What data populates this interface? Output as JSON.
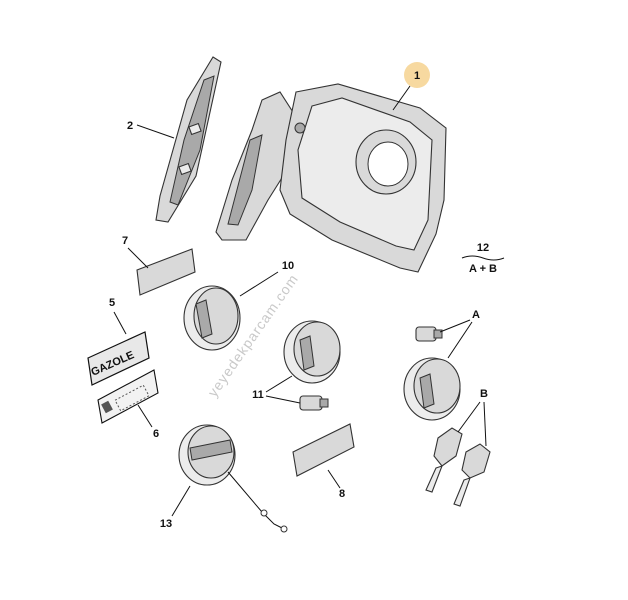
{
  "callouts": {
    "c1": "1",
    "c2": "2",
    "c5": "5",
    "c6": "6",
    "c7": "7",
    "c8": "8",
    "c10": "10",
    "c11": "11",
    "c12": "12",
    "c12_sub": "A + B",
    "c13": "13",
    "cA": "A",
    "cB": "B"
  },
  "labels": {
    "gazole": "GAZOLE"
  },
  "watermark": "yeyedekparcam.com",
  "colors": {
    "highlight": "#f7d9a0",
    "line": "#111111",
    "part_fill": "#d9d9d9"
  }
}
